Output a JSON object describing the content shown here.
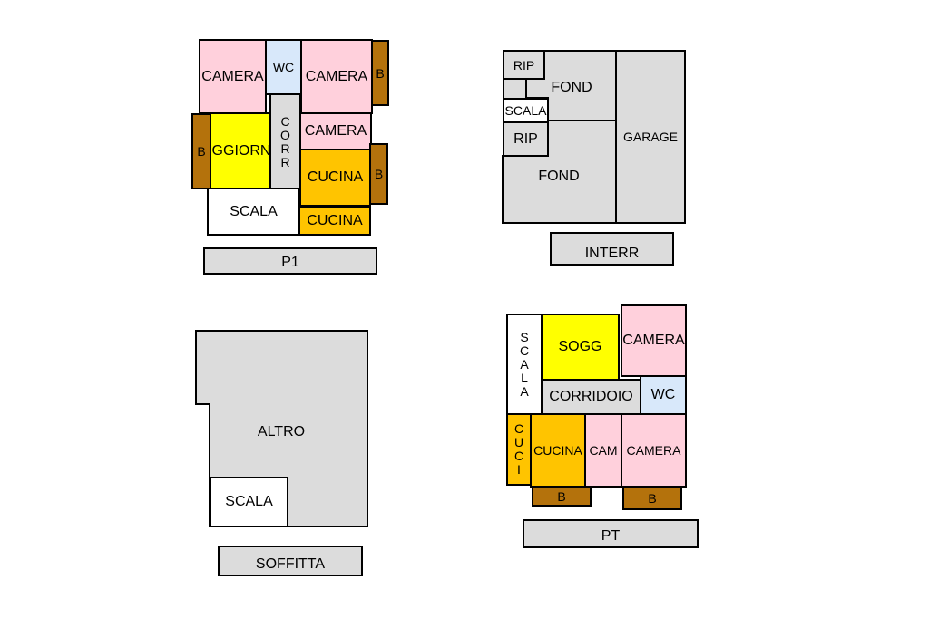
{
  "colors": {
    "camera": "#ffd0dc",
    "wc": "#d8e8fa",
    "corridor": "#dcdcdc",
    "soggiorno": "#ffff00",
    "cucina": "#ffc400",
    "scala": "#ffffff",
    "balcony": "#b4720c",
    "generic": "#dcdcdc"
  },
  "p1": {
    "label": "P1",
    "camera1": "CAMERA",
    "wc": "WC",
    "camera2": "CAMERA",
    "b_top": "B",
    "b_left": "B",
    "soggiorno": "GGIORN",
    "corr": [
      "C",
      "O",
      "R",
      "R"
    ],
    "camera3": "CAMERA",
    "cucina1": "CUCINA",
    "b_right": "B",
    "scala": "SCALA",
    "cucina2": "CUCINA"
  },
  "interr": {
    "label": "INTERR",
    "rip1": "RIP",
    "fond1": "FOND",
    "scala": "SCALA",
    "rip2": "RIP",
    "fond2": "FOND",
    "garage": "GARAGE"
  },
  "soffitta": {
    "label": "SOFFITTA",
    "altro": "ALTRO",
    "scala": "SCALA"
  },
  "pt": {
    "label": "PT",
    "scala": [
      "S",
      "C",
      "A",
      "L",
      "A"
    ],
    "sogg": "SOGG",
    "camera1": "CAMERA",
    "corridoio": "CORRIDOIO",
    "wc": "WC",
    "cuci": [
      "C",
      "U",
      "C",
      "I"
    ],
    "cucina": "CUCINA",
    "cam": "CAM",
    "camera2": "CAMERA",
    "b1": "B",
    "b2": "B"
  }
}
